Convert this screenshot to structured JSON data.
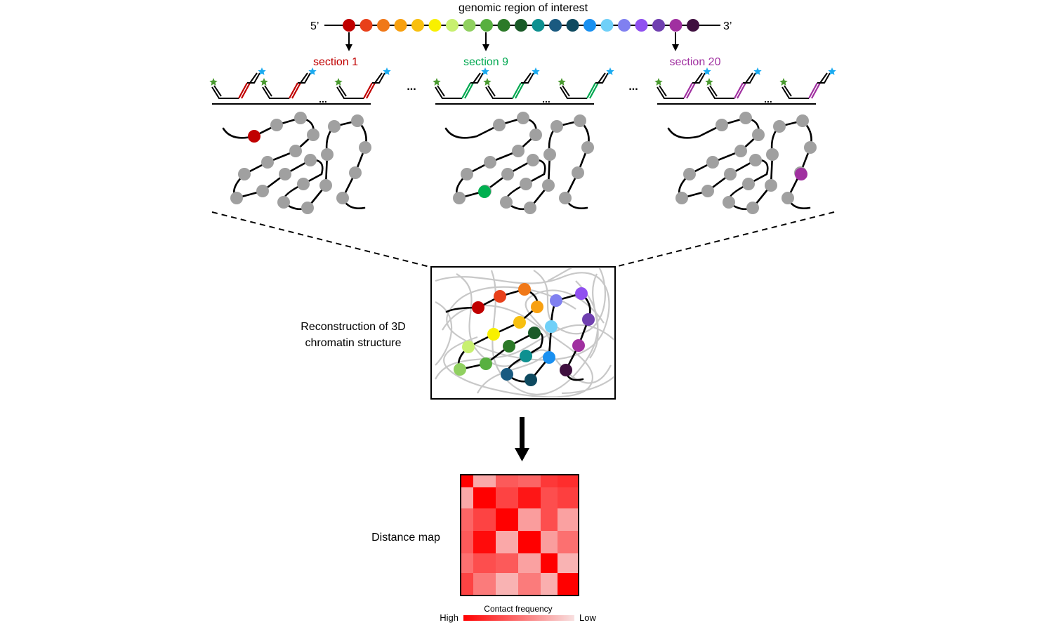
{
  "header": {
    "title": "genomic region of interest",
    "five_prime": "5’",
    "three_prime": "3’"
  },
  "bead_colors": [
    "#c00000",
    "#e8401a",
    "#f07818",
    "#f8a010",
    "#f8c010",
    "#f8f000",
    "#c8f070",
    "#90d060",
    "#58b040",
    "#2c7a28",
    "#1a5a28",
    "#0e9090",
    "#1a5a80",
    "#0e4a60",
    "#1a90f0",
    "#70d0f8",
    "#8080f0",
    "#9050f0",
    "#7040b0",
    "#a030a0",
    "#401040"
  ],
  "sections": [
    {
      "label": "section 1",
      "color": "#c00000",
      "dots": "..."
    },
    {
      "label": "section 9",
      "color": "#00a850",
      "dots": "..."
    },
    {
      "label": "section 20",
      "color": "#a030a0",
      "dots": "..."
    }
  ],
  "between_dots": "...",
  "probe_colors": {
    "star_left": "#4a9a30",
    "star_right": "#1aaaf0",
    "chain": "#000000",
    "node": "#a0a0a0"
  },
  "reconstruction": {
    "label_line1": "Reconstruction of 3D",
    "label_line2": "chromatin structure"
  },
  "distance_map": {
    "label": "Distance map",
    "legend_title": "Contact frequency",
    "legend_high": "High",
    "legend_low": "Low",
    "high_color": "#ff0000",
    "low_color": "#f8e0e0"
  }
}
